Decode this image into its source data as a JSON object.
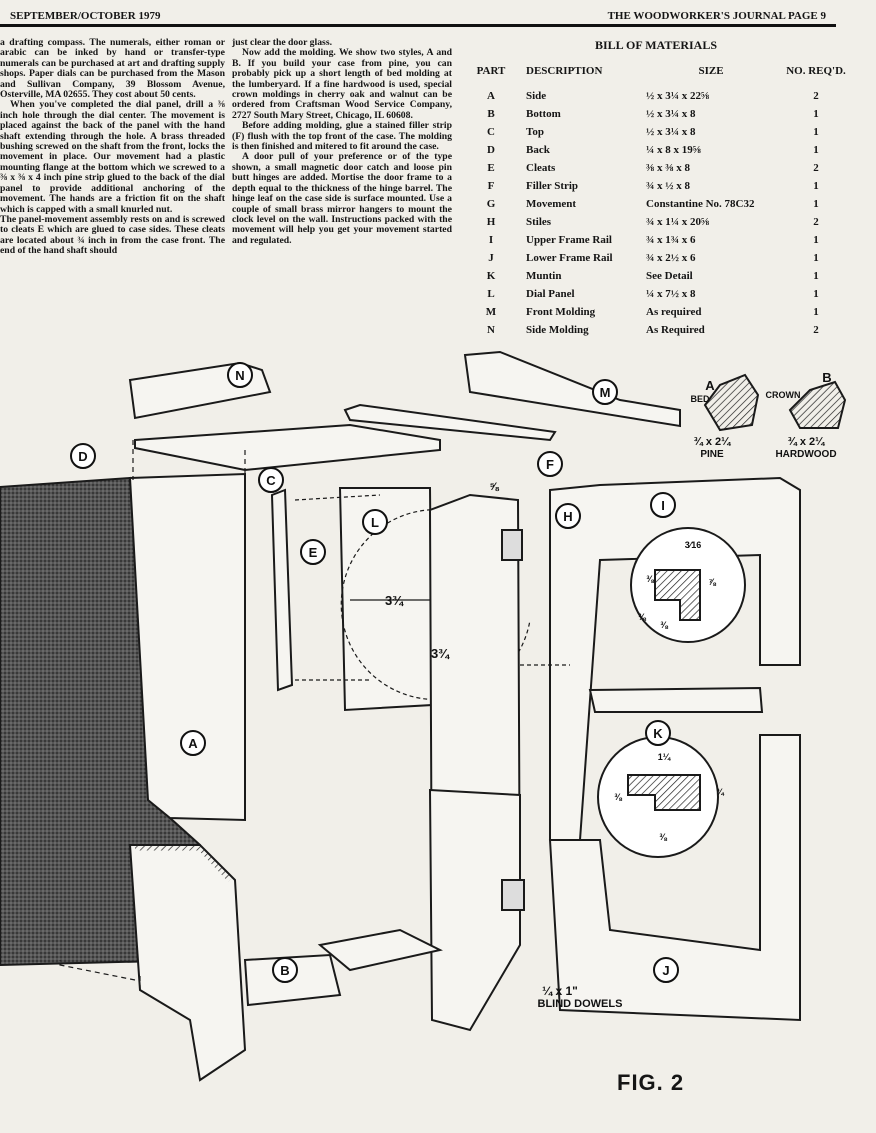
{
  "header": {
    "date": "SEPTEMBER/OCTOBER 1979",
    "journal": "THE WOODWORKER'S JOURNAL PAGE 9"
  },
  "text": {
    "col1_p1": "a drafting compass. The numerals, either roman or arabic can be inked by hand or transfer-type numerals can be purchased at art and drafting supply shops. Paper dials can be purchased from the Mason and Sullivan Company, 39 Blossom Avenue, Osterville, MA 02655. They cost about 50 cents.",
    "col1_p2": "When you've completed the dial panel, drill a ⅜ inch hole through the dial center. The movement is placed against the back of the panel with the hand shaft extending through the hole. A brass threaded bushing screwed on the shaft from the front, locks the movement in place. Our movement had a plastic mounting flange at the bottom which we screwed to a ⅜ x ⅜ x 4 inch pine strip glued to the back of the dial panel to provide additional anchoring of the movement. The hands are a friction fit on the shaft which is capped with a small knurled nut.",
    "col1_p3": "The panel-movement assembly rests on and is screwed to cleats E which are glued to case sides. These cleats are located about ¾ inch in from the case front. The end of the hand shaft should",
    "col2_p1": "just clear the door glass.",
    "col2_p2": "Now add the molding. We show two styles, A and B. If you build your case from pine, you can probably pick up a short length of bed molding at the lumberyard. If a fine hardwood is used, special crown moldings in cherry oak and walnut can be ordered from Craftsman Wood Service Company, 2727 South Mary Street, Chicago, IL 60608.",
    "col2_p3": "Before adding molding, glue a stained filler strip (F) flush with the top front of the case. The molding is then finished and mitered to fit around the case.",
    "col2_p4": "A door pull of your preference or of the type shown, a small magnetic door catch and loose pin butt hinges are added. Mortise the door frame to a depth equal to the thickness of the hinge barrel. The hinge leaf on the case side is surface mounted. Use a couple of small brass mirror hangers to mount the clock level on the wall. Instructions packed with the movement will help you get your movement started and regulated."
  },
  "bom": {
    "title": "BILL OF MATERIALS",
    "headers": [
      "PART",
      "DESCRIPTION",
      "SIZE",
      "NO. REQ'D."
    ],
    "rows": [
      [
        "A",
        "Side",
        "½ x 3¼ x 22⅝",
        "2"
      ],
      [
        "B",
        "Bottom",
        "½ x 3¼ x 8",
        "1"
      ],
      [
        "C",
        "Top",
        "½ x 3¼ x 8",
        "1"
      ],
      [
        "D",
        "Back",
        "¼ x 8 x 19⅝",
        "1"
      ],
      [
        "E",
        "Cleats",
        "⅜ x ⅜ x 8",
        "2"
      ],
      [
        "F",
        "Filler Strip",
        "¾ x ½ x 8",
        "1"
      ],
      [
        "G",
        "Movement",
        "Constantine No. 78C32",
        "1"
      ],
      [
        "H",
        "Stiles",
        "¾ x 1¼ x 20⅝",
        "2"
      ],
      [
        "I",
        "Upper Frame Rail",
        "¾ x 1¾ x 6",
        "1"
      ],
      [
        "J",
        "Lower Frame Rail",
        "¾ x 2½ x 6",
        "1"
      ],
      [
        "K",
        "Muntin",
        "See Detail",
        "1"
      ],
      [
        "L",
        "Dial Panel",
        "¼ x 7½ x 8",
        "1"
      ],
      [
        "M",
        "Front Molding",
        "As required",
        "1"
      ],
      [
        "N",
        "Side Molding",
        "As Required",
        "2"
      ]
    ]
  },
  "figure": {
    "labels": [
      "N",
      "M",
      "D",
      "C",
      "F",
      "E",
      "L",
      "H",
      "I",
      "A",
      "K",
      "B",
      "J"
    ],
    "dim_dial_h": "3¾",
    "dim_dial_v": "3¾",
    "dim_top": "⅝",
    "profile_a_letter": "A",
    "profile_a_name": "BED",
    "profile_a_size": "¾ x 2¼",
    "profile_a_wood": "PINE",
    "profile_b_letter": "B",
    "profile_b_name": "CROWN",
    "profile_b_size": "¾ x 2¼",
    "profile_b_wood": "HARDWOOD",
    "detail1_dims": [
      "3⁄16",
      "⅜",
      "⅞",
      "⅜",
      "⅜"
    ],
    "detail2_dims": [
      "1¼",
      "⅜",
      "¾",
      "⅜"
    ],
    "dowel_size": "¼ x 1\"",
    "dowel_label": "BLIND DOWELS",
    "caption": "FIG. 2"
  }
}
